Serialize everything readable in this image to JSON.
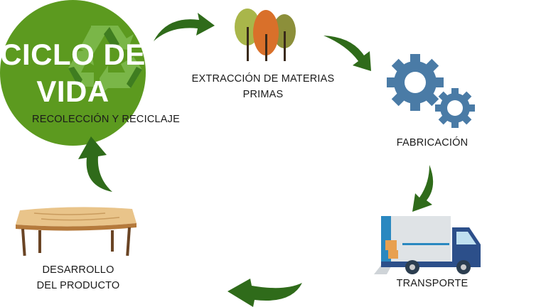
{
  "center": {
    "line1": "CICLO DE",
    "line2": "VIDA"
  },
  "stages": {
    "extraction": {
      "line1": "EXTRACCIÓN DE MATERIAS",
      "line2": "PRIMAS"
    },
    "manufacturing": {
      "label": "FABRICACIÓN"
    },
    "transport": {
      "label": "TRANSPORTE"
    },
    "product": {
      "line1": "DESARROLLO",
      "line2": "DEL PRODUCTO"
    },
    "recycling": {
      "label": "RECOLECCIÓN Y RECICLAJE"
    }
  },
  "colors": {
    "center": "#5c9a1f",
    "arrow": "#2f6b1a",
    "gear": "#4a7ba6",
    "recycle_light": "#7ab648",
    "recycle_dark": "#3f7d20"
  }
}
